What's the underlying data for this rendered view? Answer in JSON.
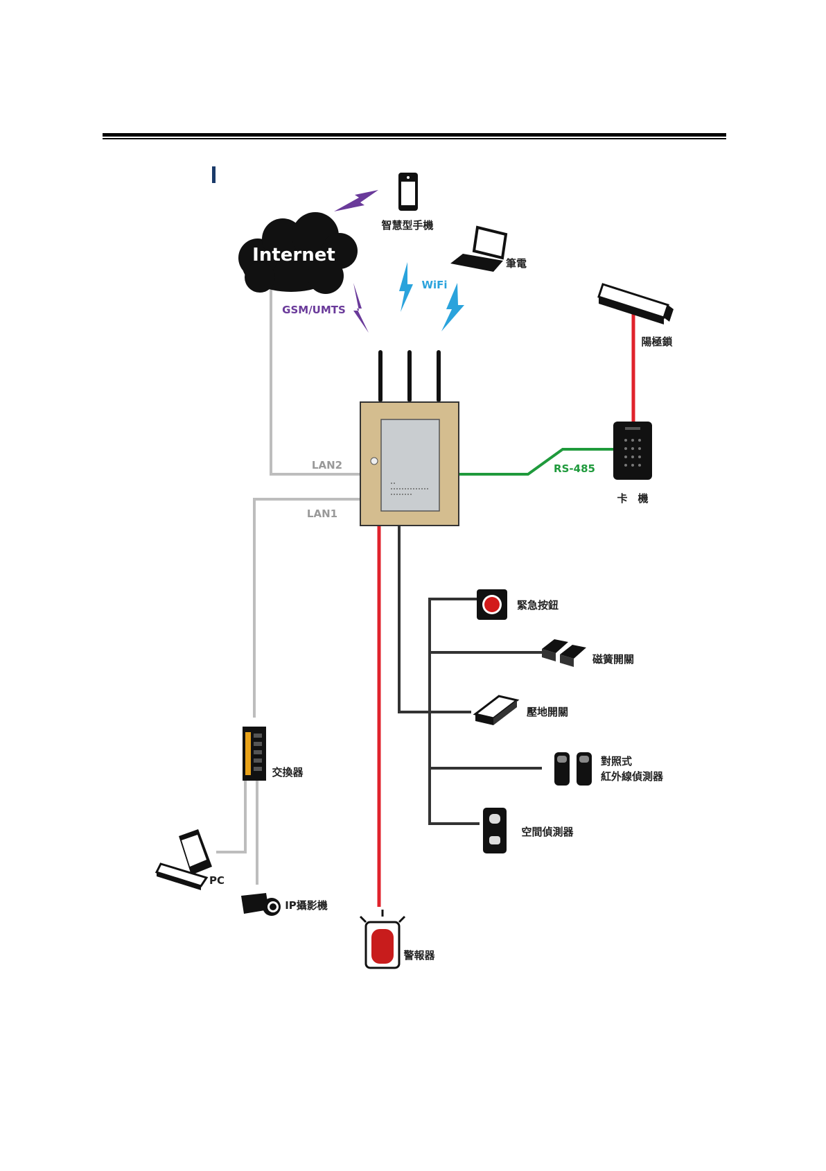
{
  "colors": {
    "lan": "#bdbdbd",
    "rs485": "#1f9a3c",
    "power": "#e0222b",
    "io": "#333333",
    "gsm": "#6a3a9a",
    "wifi": "#2aa3dc",
    "cabinet": "#d4bd8f"
  },
  "labels": {
    "smartphone": "智慧型手機",
    "laptop": "筆電",
    "internet": "Internet",
    "wifi": "WiFi",
    "gsm": "GSM/UMTS",
    "maglock": "陽極鎖",
    "lan2": "LAN2",
    "lan1": "LAN1",
    "rs485": "RS-485",
    "card_reader": "卡　機",
    "emergency_button": "緊急按鈕",
    "reed_switch": "磁簧開關",
    "floor_switch": "壓地開關",
    "ir_detector_1": "對照式",
    "ir_detector_2": "紅外線偵測器",
    "space_detector": "空間偵測器",
    "switch": "交換器",
    "pc": "PC",
    "ip_camera": "IP攝影機",
    "alarm": "警報器"
  },
  "icons": {
    "smartphone": "smartphone-icon",
    "laptop": "laptop-icon",
    "cloud": "cloud-icon",
    "maglock": "magnetic-lock-icon",
    "card_reader": "card-reader-icon",
    "controller": "controller-cabinet-icon",
    "emergency_button": "emergency-button-icon",
    "reed_switch": "reed-switch-icon",
    "floor_switch": "floor-switch-icon",
    "ir_detector": "ir-beam-detector-icon",
    "space_detector": "motion-detector-icon",
    "network_switch": "network-switch-icon",
    "pc": "desktop-pc-icon",
    "ip_camera": "ip-camera-icon",
    "alarm": "siren-icon"
  }
}
